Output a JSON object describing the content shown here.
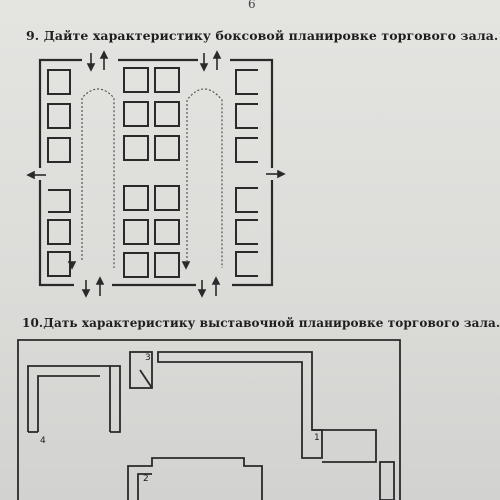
{
  "page_number": "6",
  "questions": [
    {
      "number": "9.",
      "text": "Дайте характеристику боксовой  планировке торгового зала."
    },
    {
      "number": "10.",
      "text": "Дать характеристику выставочной  планировке  торгового зала."
    }
  ],
  "figure2": {
    "markers": [
      "1",
      "2",
      "3",
      "4"
    ]
  }
}
